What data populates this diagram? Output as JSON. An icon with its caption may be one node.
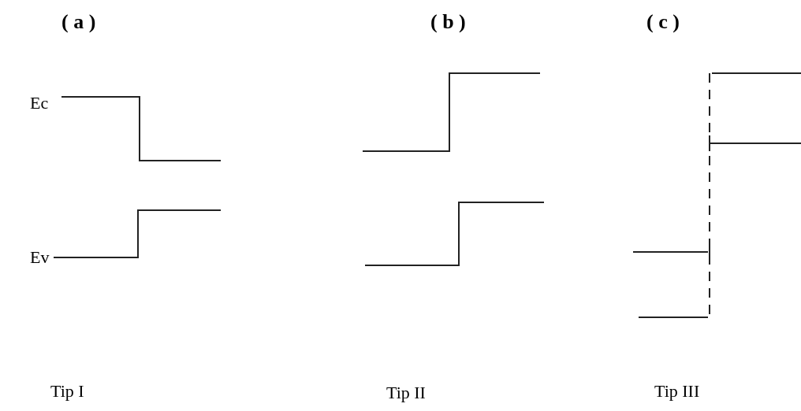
{
  "diagram": {
    "labels": [
      "( a )",
      "( b )",
      "( c )",
      "Ec",
      "Ev",
      "Tip I",
      "Tip II",
      "Tip III"
    ]
  }
}
